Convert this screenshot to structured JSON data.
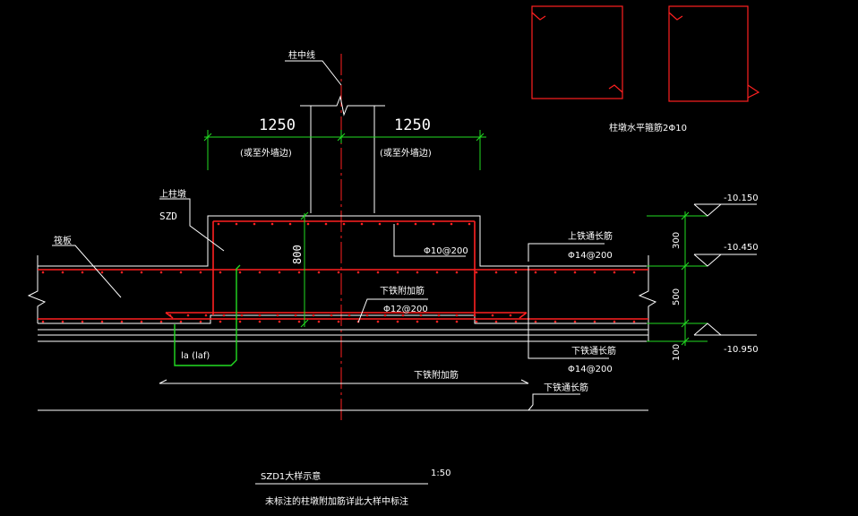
{
  "labels": {
    "column_centerline": "柱中线",
    "dim_left": "1250",
    "dim_right": "1250",
    "note_left": "(或至外墙边)",
    "note_right": "(或至外墙边)",
    "pier_cap_name": "上柱墩",
    "pier_cap_code": "SZD",
    "raft_label": "筏板",
    "dim_800": "800",
    "stirrup_spec": "Φ10@200",
    "top_long_bar_title": "上铁通长筋",
    "top_long_bar_spec": "Φ14@200",
    "bottom_add_bar_title": "下铁附加筋",
    "bottom_add_bar_spec": "Φ12@200",
    "anchorage": "la (laf)",
    "bottom_long_bar_title": "下铁通长筋",
    "bottom_long_bar_spec": "Φ14@200",
    "bottom_add_bar_span": "下铁附加筋",
    "bottom_long_bar_lower": "下铁通长筋",
    "level_top": "-10.150",
    "level_mid": "-10.450",
    "level_bottom": "-10.950",
    "dim_300": "300",
    "dim_500": "500",
    "dim_100": "100",
    "column_tie_note": "柱墩水平箍筋2Φ10",
    "title": "SZD1大样示意",
    "scale": "1:50",
    "footnote": "未标注的柱墩附加筋详此大样中标注"
  },
  "colors": {
    "background": "#000000",
    "outline": "#ffffff",
    "rebar": "#ff2020",
    "dimension": "#22dd22",
    "centerline": "#ff2020",
    "leader": "#ffffff"
  }
}
